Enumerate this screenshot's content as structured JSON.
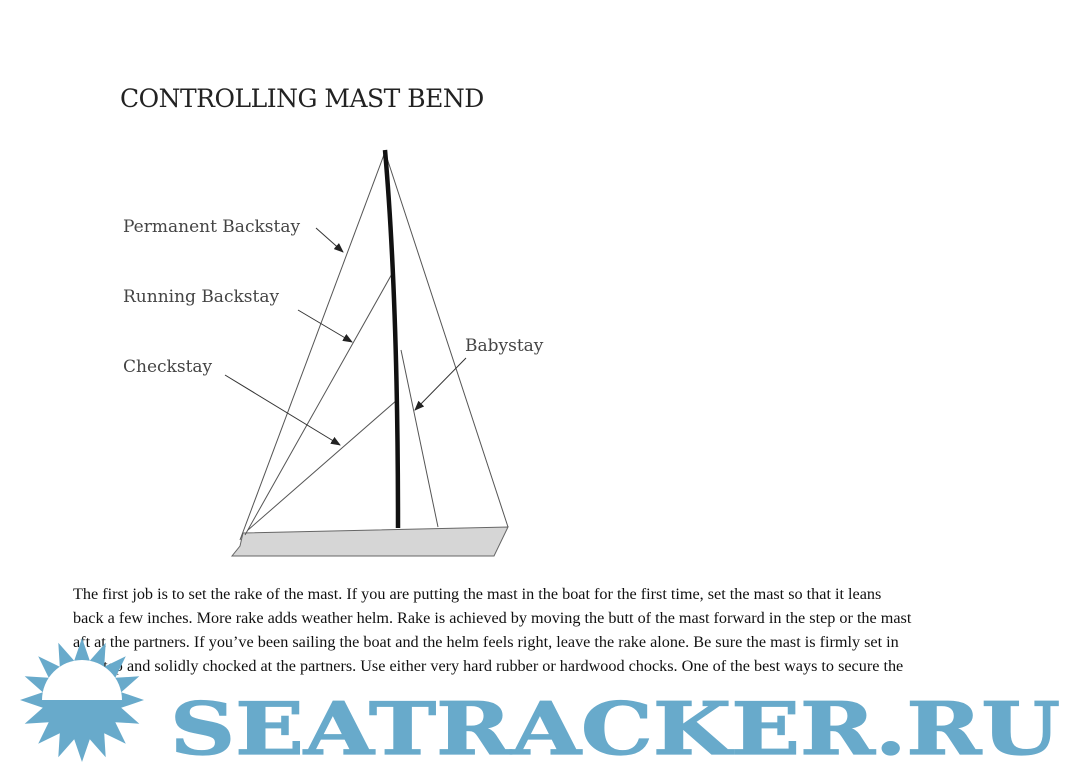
{
  "figure": {
    "title": "CONTROLLING MAST BEND",
    "labels": {
      "permanent_backstay": "Permanent Backstay",
      "running_backstay": "Running Backstay",
      "checkstay": "Checkstay",
      "babystay": "Babystay"
    }
  },
  "body": {
    "lines": [
      "The first job is to set the rake of the mast. If you are putting the mast in the boat for the first time, set the mast so that it leans",
      "back a few inches. More rake adds weather helm. Rake is achieved by moving the butt of the mast forward in the step or the mast",
      "aft at the partners. If you’ve been sailing the boat and the helm feels right, leave the rake alone. Be sure the mast is firmly set in",
      "the step and solidly chocked at the partners. Use either very hard rubber or hardwood chocks. One of the best ways to secure the"
    ]
  },
  "watermark": {
    "text": "SEATRACKER.RU",
    "color": "#68aacb"
  }
}
